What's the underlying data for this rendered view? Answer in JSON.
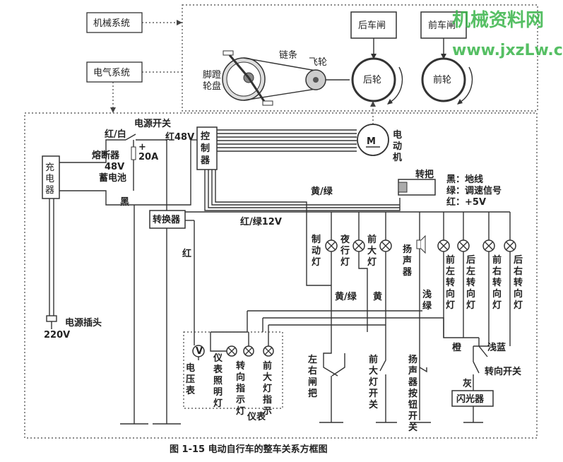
{
  "watermark": {
    "line1": "机械资料网",
    "line2": "www.jxzLw.cn",
    "color": "#39b54a"
  },
  "mech_system": {
    "label": "机械系统",
    "rear_brake": "后车闸",
    "front_brake": "前车闸",
    "chain": "链条",
    "flywheel": "飞轮",
    "pedal_line1": "脚蹬",
    "pedal_line2": "轮盘",
    "rear_wheel": "后轮",
    "front_wheel": "前轮"
  },
  "elec_system": {
    "label": "电气系统"
  },
  "power": {
    "charger": "充电器",
    "red_white": "红/白",
    "power_switch": "电源开关",
    "fuse": "熔断器",
    "fuse_rating": "20A",
    "plus": "+",
    "voltage": "48V",
    "battery": "蓄电池",
    "red48": "红48V",
    "black": "黑",
    "plug": "电源插头",
    "mains": "220V"
  },
  "controller": {
    "label": "控制器",
    "motor_symbol": "M",
    "motor": "电动机"
  },
  "throttle": {
    "label": "转把",
    "legend_black": "黑：地线",
    "legend_green": "绿：调速信号",
    "legend_red": "红：+5V"
  },
  "converter": {
    "label": "转换器",
    "red_green_12v": "红/绿12V",
    "red": "红",
    "yellow_green": "黄/绿",
    "yellow_green2": "黄/绿",
    "yellow": "黄",
    "light_green": "浅绿",
    "orange": "橙",
    "light_blue": "浅蓝",
    "grey": "灰"
  },
  "lamps": {
    "brake": "制动灯",
    "night": "夜行灯",
    "headlight": "前大灯",
    "horn": "扬声器",
    "front_left": "前左转向灯",
    "rear_left": "后左转向灯",
    "front_right": "前右转向灯",
    "rear_right": "后右转向灯"
  },
  "dash": {
    "voltmeter_symbol": "V",
    "voltmeter": "电压表",
    "illum": "仪表照明灯",
    "turn_ind": "转向指示灯",
    "head_ind": "前大灯指示",
    "panel": "仪表"
  },
  "switches": {
    "brake_handle": "左右闸把",
    "head_switch": "前大灯开关",
    "horn_button": "扬声器按钮开关",
    "turn_switch": "转向开关",
    "flasher": "闪光器"
  },
  "caption": "图 1-15    电动自行车的整车关系方框图"
}
